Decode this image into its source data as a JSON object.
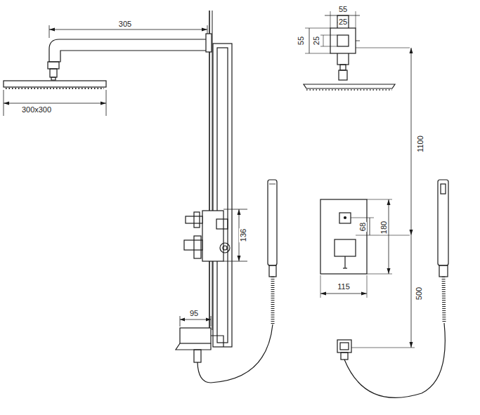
{
  "diagram": {
    "labels": [
      "305",
      "300x300",
      "55",
      "25",
      "55",
      "25",
      "1100",
      "136",
      "68",
      "180",
      "115",
      "500",
      "95"
    ]
  }
}
